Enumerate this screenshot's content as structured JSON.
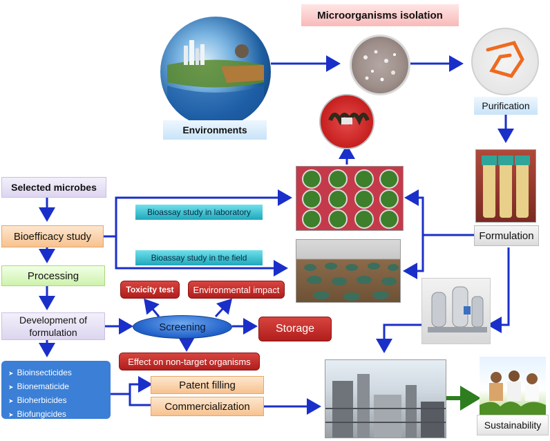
{
  "labels": {
    "microorganisms_isolation": "Microorganisms  isolation",
    "environments": "Environments",
    "purification": "Purification",
    "selected_microbes": "Selected microbes",
    "bioefficacy_study": "Bioefficacy study",
    "processing": "Processing",
    "development_of_formulation_line1": "Development  of",
    "development_of_formulation_line2": "formulation",
    "bioassay_laboratory": "Bioassay study in laboratory",
    "bioassay_field": "Bioassay study in the field",
    "formulation": "Formulation",
    "toxicity_test": "Toxicity test",
    "environmental_impact": "Environmental impact",
    "screening": "Screening",
    "storage": "Storage",
    "effect_non_target": "Effect on non-target organisms",
    "patent_filling": "Patent filling",
    "commercialization": "Commercialization",
    "sustainability": "Sustainability"
  },
  "products": [
    "Bioinsecticides",
    "Bionematicide",
    "Bioherbicides",
    "Biofungicides"
  ],
  "colors": {
    "arrow_blue": "#1a2fc9",
    "arrow_green": "#2e7d1f",
    "list_bg": "#3b7fd6",
    "red_box": "#c0302c"
  }
}
